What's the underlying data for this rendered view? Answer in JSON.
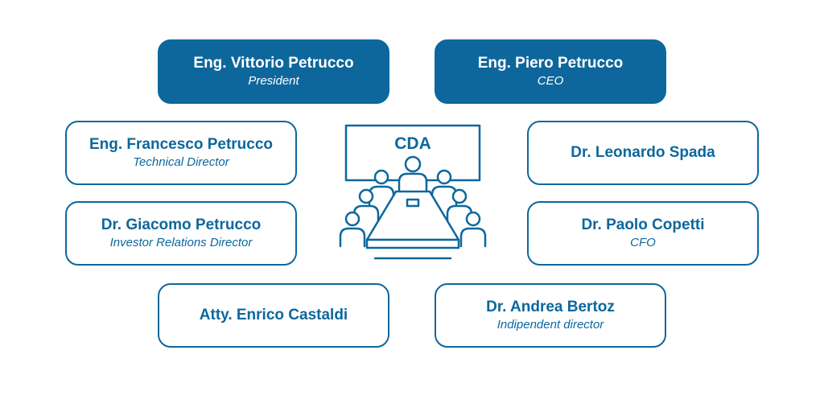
{
  "center": {
    "label": "CDA"
  },
  "colors": {
    "accent": "#0d679c",
    "background": "#ffffff"
  },
  "members": [
    {
      "name": "Eng. Vittorio Petrucco",
      "role": "President",
      "style": "filled"
    },
    {
      "name": "Eng. Piero Petrucco",
      "role": "CEO",
      "style": "filled"
    },
    {
      "name": "Eng. Francesco Petrucco",
      "role": "Technical Director",
      "style": "outline"
    },
    {
      "name": "Dr. Leonardo Spada",
      "role": "",
      "style": "outline"
    },
    {
      "name": "Dr. Giacomo Petrucco",
      "role": "Investor Relations Director",
      "style": "outline"
    },
    {
      "name": "Dr. Paolo Copetti",
      "role": "CFO",
      "style": "outline"
    },
    {
      "name": "Atty. Enrico Castaldi",
      "role": "",
      "style": "outline"
    },
    {
      "name": "Dr. Andrea Bertoz",
      "role": "Indipendent director",
      "style": "outline"
    }
  ]
}
